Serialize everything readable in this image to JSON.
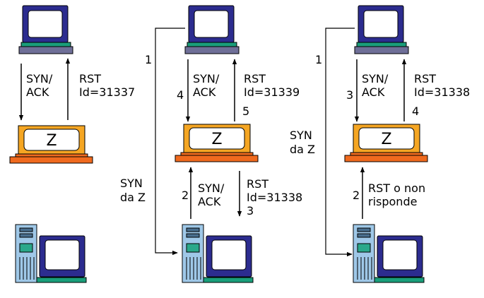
{
  "colors": {
    "monitor_frame": "#2c2c8f",
    "screen": "#ffffff",
    "monitor_base": "#1a9e7a",
    "monitor_stand": "#6f6f98",
    "zombie_frame": "#f5a623",
    "zombie_base": "#f06a1e",
    "server_tower": "#9fc8e8",
    "server_green": "#2aa88a",
    "server_led": "#4a6f8f",
    "line": "#000000"
  },
  "panels": [
    {
      "z_label": "Z",
      "labels": {
        "synack_1": "SYN/",
        "synack_2": "ACK",
        "rst_1": "RST",
        "rst_2": "Id=31337"
      }
    },
    {
      "z_label": "Z",
      "labels": {
        "step1": "1",
        "syn_1": "SYN",
        "syn_2": "da Z",
        "synack_1": "SYN/",
        "synack_2": "ACK",
        "step4": "4",
        "rst_top_1": "RST",
        "rst_top_2": "Id=31339",
        "step5": "5",
        "step2": "2",
        "synack_low_1": "SYN/",
        "synack_low_2": "ACK",
        "rst_low_1": "RST",
        "rst_low_2": "Id=31338",
        "step3": "3"
      }
    },
    {
      "z_label": "Z",
      "labels": {
        "step1": "1",
        "syn_1": "SYN",
        "syn_2": "da Z",
        "synack_1": "SYN/",
        "synack_2": "ACK",
        "step3": "3",
        "rst_top_1": "RST",
        "rst_top_2": "Id=31338",
        "step4": "4",
        "step2": "2",
        "rst_low_1": "RST o non",
        "rst_low_2": "risponde"
      }
    }
  ]
}
